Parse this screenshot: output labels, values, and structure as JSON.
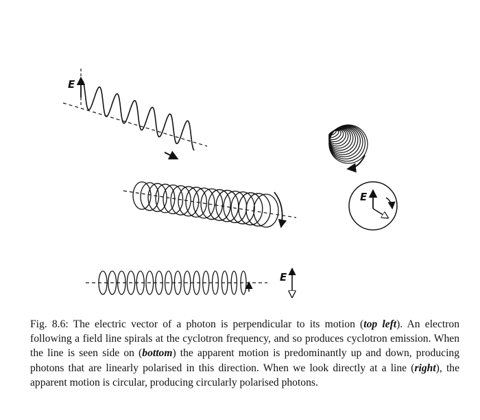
{
  "figure": {
    "label_e_wave": "E",
    "label_e_side": "E",
    "label_e_dial": "E"
  },
  "caption": {
    "part1": "Fig. 8.6: The electric vector of a photon is perpendicular to its motion (",
    "em1": "top left",
    "part2": "). An electron following a field line spirals at the cyclotron frequency, and so produces cyclotron emission. When the line is seen side on (",
    "em2": "bottom",
    "part3": ") the apparent motion is predominantly up and down, producing photons that are linearly polarised in this direction. When we look directly at a line (",
    "em3": "right",
    "part4": "), the apparent motion is circular, producing circularly polarised photons."
  }
}
